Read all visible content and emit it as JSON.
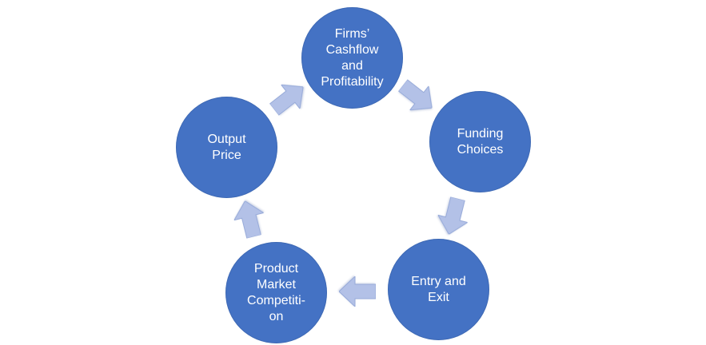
{
  "diagram": {
    "type": "cycle",
    "background_color": "#ffffff",
    "node_fill_color": "#4472c4",
    "node_text_color": "#ffffff",
    "arrow_fill_color": "#b3c1e7",
    "arrow_outline_color": "#98abd9",
    "flow_direction": "clockwise",
    "nodes": [
      {
        "id": "firms-cashflow-profitability",
        "label": "Firms’\nCashflow\nand\nProfitability",
        "position": "top"
      },
      {
        "id": "funding-choices",
        "label": "Funding\nChoices",
        "position": "right"
      },
      {
        "id": "entry-and-exit",
        "label": "Entry and\nExit",
        "position": "bottom-right"
      },
      {
        "id": "product-market-competition",
        "label": "Product\nMarket\nCompetiti-\non",
        "position": "bottom-left"
      },
      {
        "id": "output-price",
        "label": "Output\nPrice",
        "position": "left"
      }
    ],
    "arrows": [
      {
        "from": "output-price",
        "to": "firms-cashflow-profitability",
        "points": "up-right"
      },
      {
        "from": "firms-cashflow-profitability",
        "to": "funding-choices",
        "points": "down-right"
      },
      {
        "from": "funding-choices",
        "to": "entry-and-exit",
        "points": "down-left"
      },
      {
        "from": "entry-and-exit",
        "to": "product-market-competition",
        "points": "left"
      },
      {
        "from": "product-market-competition",
        "to": "output-price",
        "points": "up-left"
      }
    ]
  }
}
